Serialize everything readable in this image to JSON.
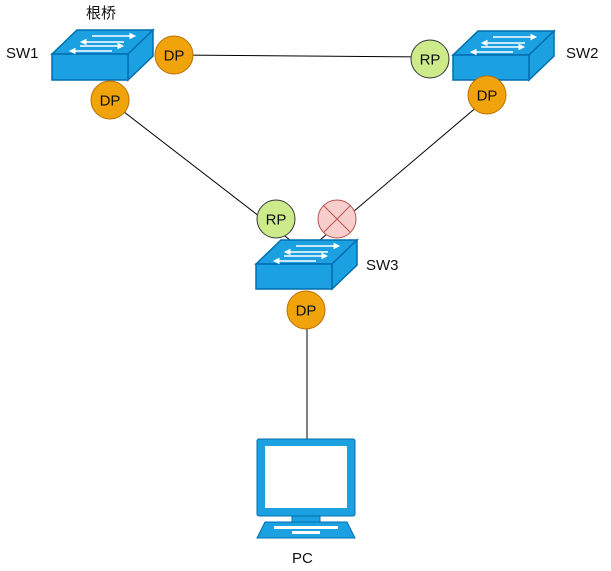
{
  "root_bridge_label": "根桥",
  "switches": {
    "sw1": {
      "name": "SW1"
    },
    "sw2": {
      "name": "SW2"
    },
    "sw3": {
      "name": "SW3"
    }
  },
  "pc": {
    "name": "PC"
  },
  "ports": {
    "sw1_to_sw2": "DP",
    "sw1_to_sw3": "DP",
    "sw2_to_sw1": "RP",
    "sw2_to_sw3": "DP",
    "sw3_to_sw1": "RP",
    "sw3_to_pc": "DP"
  },
  "blocked_port": {
    "location": "sw3_to_sw2",
    "icon": "blocked-x-icon"
  },
  "colors": {
    "designated_port": "#f0a30a",
    "root_port": "#cdeb8b",
    "blocked_port": "#f8cecc",
    "switch_body": "#1ba1e2",
    "switch_outline": "#006eaf",
    "link": "#000000"
  }
}
